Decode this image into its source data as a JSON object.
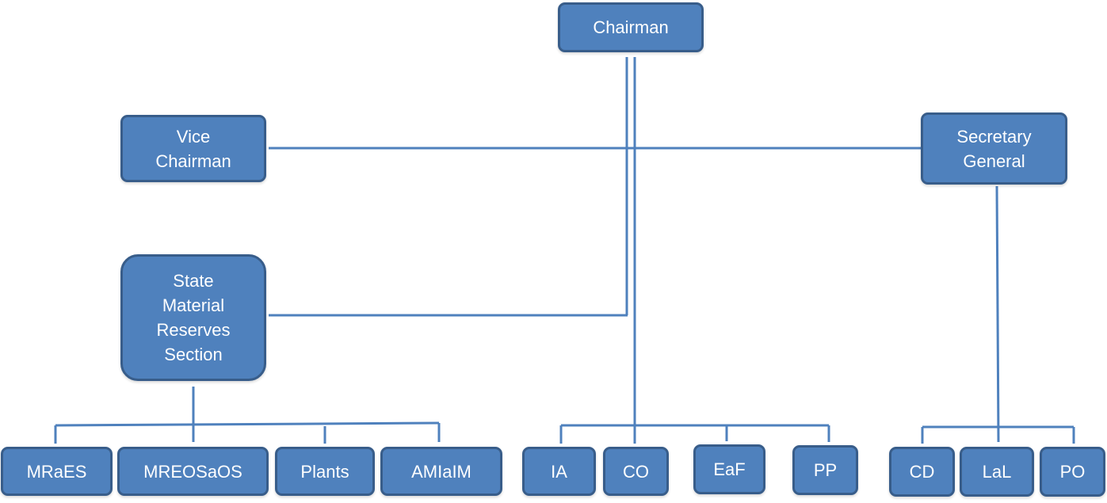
{
  "colors": {
    "box_fill": "#4F81BD",
    "box_border": "#385D8A",
    "connector": "#4F81BD",
    "text": "#FFFFFF"
  },
  "nodes": {
    "chairman": "Chairman",
    "vice_chairman": "Vice\nChairman",
    "secretary_general": "Secretary\nGeneral",
    "smr_section": "State\nMaterial\nReserves\nSection",
    "mraes": "MRaES",
    "mreosaos": "MREOSaOS",
    "plants": "Plants",
    "amiaim": "AMIaIM",
    "ia": "IA",
    "co": "CO",
    "eaf": "EaF",
    "pp": "PP",
    "cd": "CD",
    "lal": "LaL",
    "po": "PO"
  }
}
